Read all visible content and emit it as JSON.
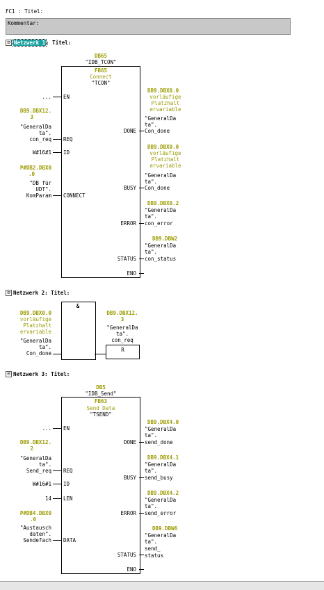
{
  "header": {
    "fc_title": "FC1 : Titel:",
    "comment_label": "Kommentar:"
  },
  "net1": {
    "toggle": "⊟",
    "label": "Netzwerk 1",
    "title": ": Titel:",
    "db": "DB65",
    "idb": "\"IDB_TCON\"",
    "fb": "FB65",
    "fb_name": "Connect",
    "fb_sym": "\"TCON\"",
    "in_en": "EN",
    "in_en_val": "...",
    "in_req": "REQ",
    "req_addr": [
      "DB9.DBX12.",
      "3"
    ],
    "req_sym": [
      "\"GeneralDa",
      "ta\".",
      "con_req"
    ],
    "in_id": "ID",
    "id_val": "W#16#1",
    "in_connect": "CONNECT",
    "con_addr": [
      "P#DB2.DBX0",
      ".0"
    ],
    "con_sym": [
      "\"DB für",
      "UDT\".",
      "KomParam"
    ],
    "out_done": "DONE",
    "done_addr": "DB9.DBX0.0",
    "done_cmt": [
      "vorläufige",
      "Platzhalt",
      "ervariable"
    ],
    "done_sym": [
      "\"GeneralDa",
      "ta\".",
      "Con_done"
    ],
    "out_busy": "BUSY",
    "busy_addr": "DB9.DBX0.0",
    "busy_cmt": [
      "vorläufige",
      "Platzhalt",
      "ervariable"
    ],
    "busy_sym": [
      "\"GeneralDa",
      "ta\".",
      "Con_done"
    ],
    "out_error": "ERROR",
    "error_addr": "DB9.DBX0.2",
    "error_sym": [
      "\"GeneralDa",
      "ta\".",
      "con_error"
    ],
    "out_status": "STATUS",
    "status_addr": "DB9.DBW2",
    "status_sym": [
      "\"GeneralDa",
      "ta\".",
      "con_status"
    ],
    "out_eno": "ENO"
  },
  "net2": {
    "toggle": "⊟",
    "label": "Netzwerk 2",
    "title": ": Titel:",
    "and": "&",
    "in_addr": "DB9.DBX0.0",
    "in_cmt": [
      "vorläufige",
      "Platzhalt",
      "ervariable"
    ],
    "in_sym": [
      "\"GeneralDa",
      "ta\".",
      "Con_done"
    ],
    "out_addr": [
      "DB9.DBX12.",
      "3"
    ],
    "out_sym": [
      "\"GeneralDa",
      "ta\".",
      "con_req"
    ],
    "coil": "R"
  },
  "net3": {
    "toggle": "⊟",
    "label": "Netzwerk 3",
    "title": ": Titel:",
    "db": "DB5",
    "idb": "\"IDB_Send\"",
    "fb": "FB63",
    "fb_name": "Send Data",
    "fb_sym": "\"TSEND\"",
    "in_en": "EN",
    "in_en_val": "...",
    "in_req": "REQ",
    "req_addr": [
      "DB9.DBX12.",
      "2"
    ],
    "req_sym": [
      "\"GeneralDa",
      "ta\".",
      "Send_req"
    ],
    "in_id": "ID",
    "id_val": "W#16#1",
    "in_len": "LEN",
    "len_val": "14",
    "in_data": "DATA",
    "data_addr": [
      "P#DB4.DBX0",
      ".0"
    ],
    "data_sym": [
      "\"Austausch",
      "daten\".",
      "Sendefach"
    ],
    "out_done": "DONE",
    "done_addr": "DB9.DBX4.0",
    "done_sym": [
      "\"GeneralDa",
      "ta\".",
      "send_done"
    ],
    "out_busy": "BUSY",
    "busy_addr": "DB9.DBX4.1",
    "busy_sym": [
      "\"GeneralDa",
      "ta\".",
      "send_busy"
    ],
    "out_error": "ERROR",
    "error_addr": "DB9.DBX4.2",
    "error_sym": [
      "\"GeneralDa",
      "ta\".",
      "send_error"
    ],
    "out_status": "STATUS",
    "status_addr": "DB9.DBW6",
    "status_sym": [
      "\"GeneralDa",
      "ta\".",
      "send_",
      "status"
    ],
    "out_eno": "ENO"
  }
}
